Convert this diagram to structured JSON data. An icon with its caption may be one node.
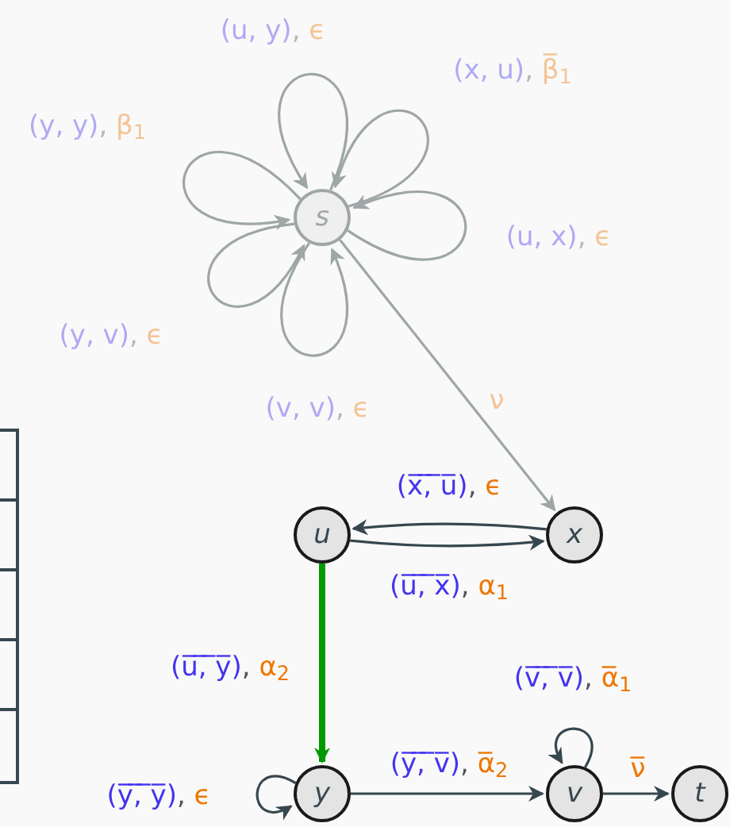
{
  "diagram": {
    "nodes": [
      {
        "text": [
          "s"
        ]
      },
      {
        "text": [
          "u"
        ]
      },
      {
        "text": [
          "x"
        ]
      },
      {
        "text": [
          "y"
        ]
      },
      {
        "text": [
          "v"
        ]
      },
      {
        "text": [
          "t"
        ]
      }
    ],
    "edges": [
      {
        "from": 0,
        "to": 0,
        "arrow": "to",
        "label": "(u, y), ϵ",
        "color": "#9ea6a6"
      },
      {
        "from": 0,
        "to": 0,
        "arrow": "to",
        "label": "(x, u), β̅$_{1}$",
        "color": "#9ea6a6"
      },
      {
        "from": 0,
        "to": 0,
        "arrow": "to",
        "label": "(y, y), β$_{1}$",
        "color": "#9ea6a6"
      },
      {
        "from": 0,
        "to": 0,
        "arrow": "to",
        "label": "(u, x), ϵ",
        "color": "#9ea6a6"
      },
      {
        "from": 0,
        "to": 0,
        "arrow": "to",
        "label": "(y, v), ϵ",
        "color": "#9ea6a6"
      },
      {
        "from": 0,
        "to": 0,
        "arrow": "to",
        "label": "(v, v), ϵ",
        "color": "#9ea6a6"
      },
      {
        "from": 0,
        "to": 2,
        "arrow": "to",
        "label": "ν",
        "color": "#9ea6a6"
      },
      {
        "from": 2,
        "to": 1,
        "arrow": "to",
        "label": "(x̅,̅ ̅u̅), ϵ",
        "color": "#37474f"
      },
      {
        "from": 1,
        "to": 2,
        "arrow": "to",
        "label": "(u̅,̅ ̅x̅), α$_{1}$",
        "color": "#37474f"
      },
      {
        "from": 1,
        "to": 3,
        "arrow": "to",
        "label": "(u̅,̅ ̅y̅), α$_{2}$",
        "style": "thick",
        "color": "#009900"
      },
      {
        "from": 3,
        "to": 3,
        "arrow": "to",
        "label": "(y̅,̅ ̅y̅), ϵ",
        "color": "#37474f"
      },
      {
        "from": 3,
        "to": 4,
        "arrow": "to",
        "label": "(y̅,̅ ̅v̅), α̅$_{2}$",
        "color": "#37474f"
      },
      {
        "from": 4,
        "to": 4,
        "arrow": "to",
        "label": "(v̅,̅ ̅v̅), α̅$_{1}$",
        "color": "#37474f"
      },
      {
        "from": 4,
        "to": 5,
        "arrow": "to",
        "label": "ν̅",
        "color": "#37474f"
      }
    ]
  }
}
